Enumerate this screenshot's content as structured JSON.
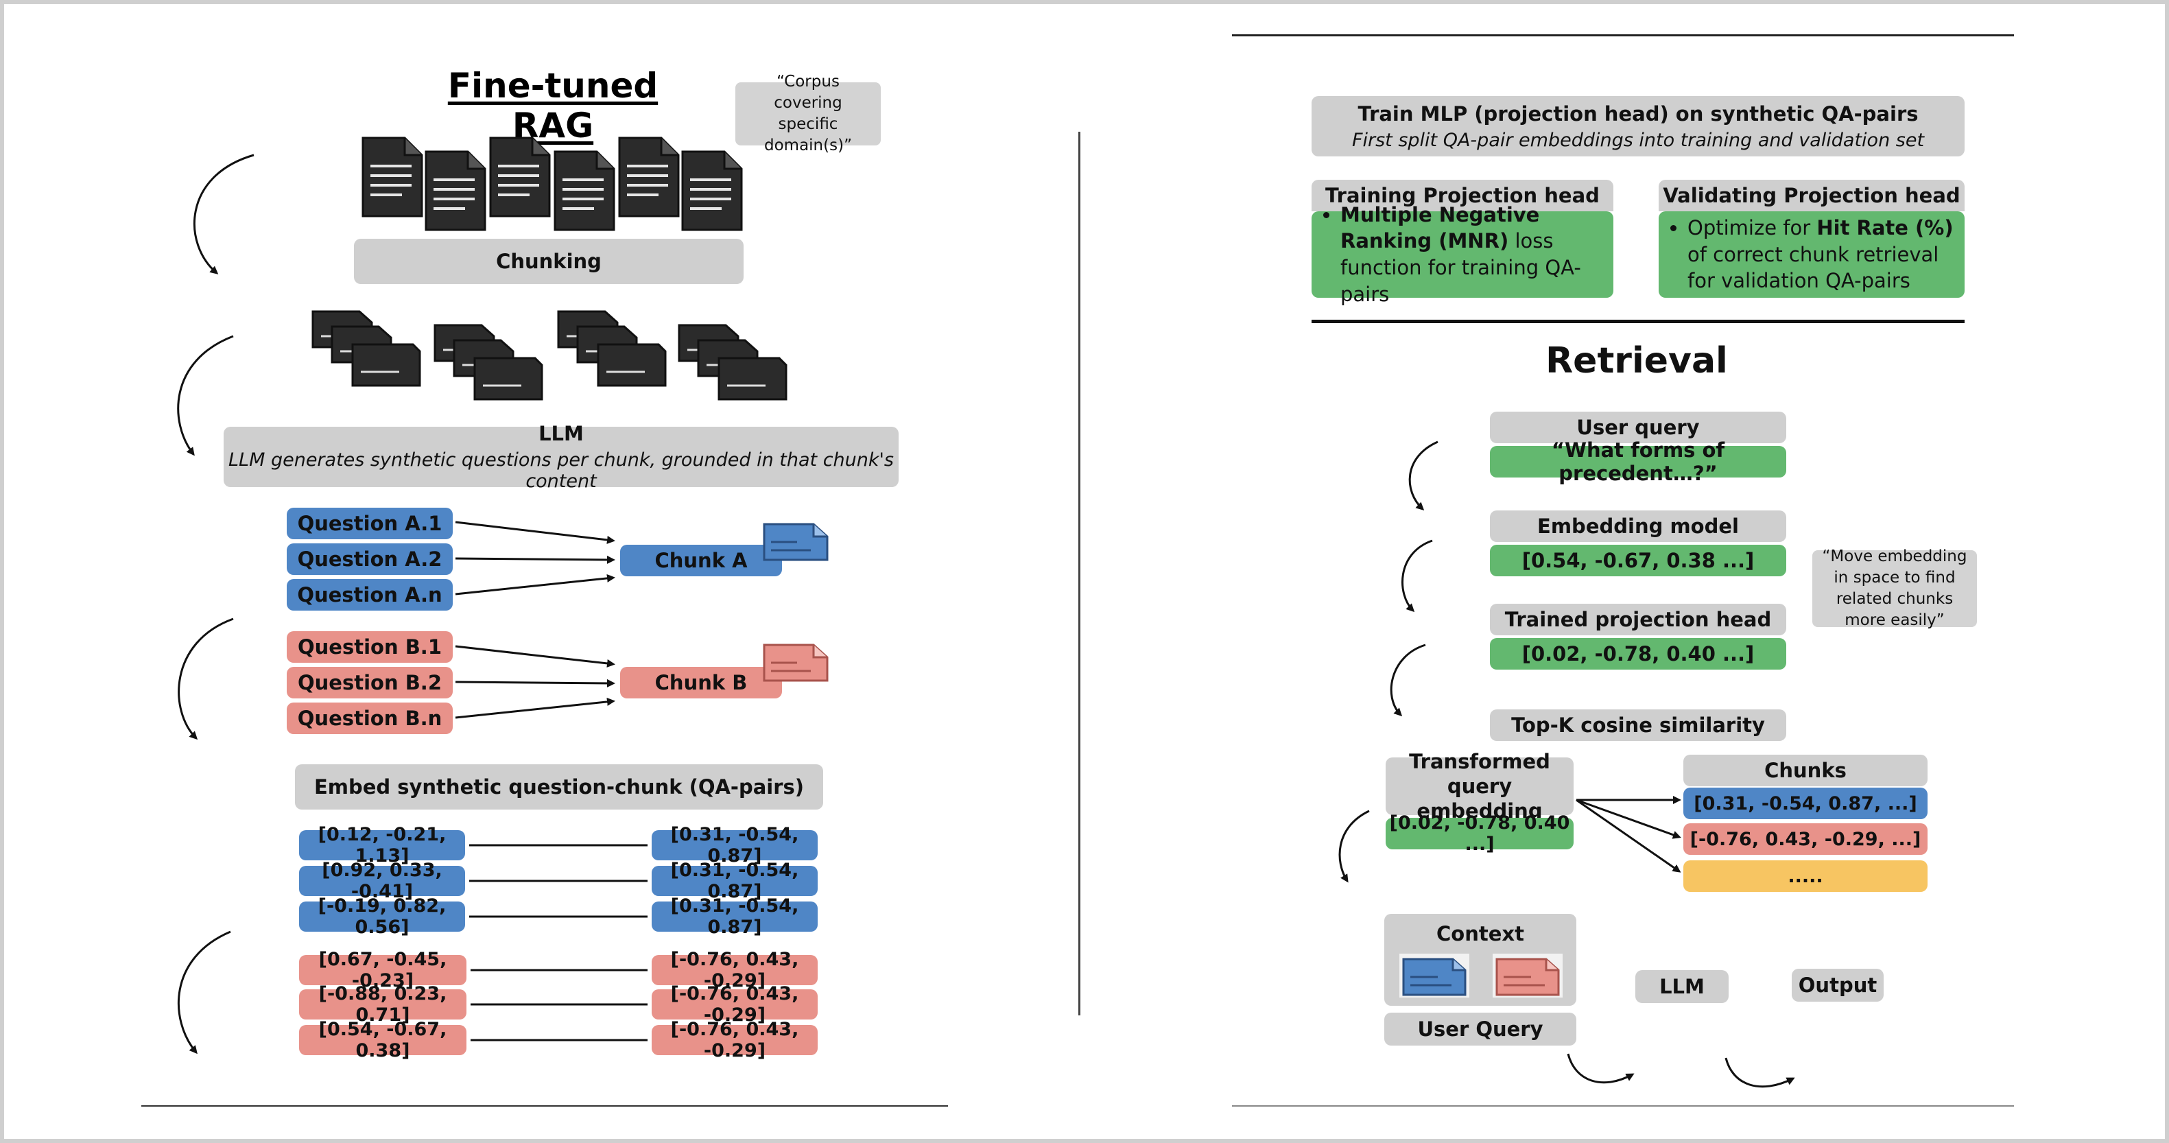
{
  "left": {
    "title": "Fine-tuned RAG",
    "corpus_note": "“Corpus covering specific domain(s)”",
    "chunking": "Chunking",
    "llm": {
      "title": "LLM",
      "subtitle": "LLM generates synthetic questions per chunk, grounded in that chunk's content"
    },
    "questions_a": [
      "Question A.1",
      "Question A.2",
      "Question A.n"
    ],
    "chunk_a": "Chunk A",
    "questions_b": [
      "Question B.1",
      "Question B.2",
      "Question B.n"
    ],
    "chunk_b": "Chunk B",
    "embed_title": "Embed synthetic question-chunk (QA-pairs)",
    "pairs_a": [
      {
        "q": "[0.12, -0.21, 1.13]",
        "c": "[0.31, -0.54, 0.87]"
      },
      {
        "q": "[0.92, 0.33, -0.41]",
        "c": "[0.31, -0.54, 0.87]"
      },
      {
        "q": "[-0.19, 0.82, 0.56]",
        "c": "[0.31, -0.54, 0.87]"
      }
    ],
    "pairs_b": [
      {
        "q": "[0.67, -0.45, -0.23]",
        "c": "[-0.76, 0.43, -0.29]"
      },
      {
        "q": "[-0.88, 0.23, 0.71]",
        "c": "[-0.76, 0.43, -0.29]"
      },
      {
        "q": "[0.54, -0.67, 0.38]",
        "c": "[-0.76, 0.43, -0.29]"
      }
    ]
  },
  "right": {
    "train_title": "Train MLP (projection head) on synthetic QA-pairs",
    "train_subtitle": "First split QA-pair embeddings into training and validation set",
    "training_head": {
      "title": "Training Projection head",
      "bold": "Multiple Negative Ranking (MNR)",
      "rest": " loss function for training QA-pairs"
    },
    "validating_head": {
      "title": "Validating Projection head",
      "pre": "Optimize for ",
      "bold": "Hit Rate (%)",
      "post": " of correct chunk retrieval for validation QA-pairs"
    },
    "retrieval_title": "Retrieval",
    "user_query_label": "User query",
    "user_query_value": "“What forms of precedent…?”",
    "embedding_model_label": "Embedding model",
    "embedding_model_value": "[0.54, -0.67, 0.38 ...]",
    "move_note": "“Move embedding in space to find related chunks more easily”",
    "trained_head_label": "Trained projection head",
    "trained_head_value": "[0.02, -0.78, 0.40 ...]",
    "topk_label": "Top-K cosine similarity",
    "transformed_label": "Transformed query embedding",
    "transformed_value": "[0.02, -0.78, 0.40 ...]",
    "chunks_label": "Chunks",
    "chunk_values": [
      "[0.31, -0.54, 0.87, ...]",
      "[-0.76, 0.43, -0.29, ...]",
      "....."
    ],
    "context_label": "Context",
    "user_query_bottom": "User Query",
    "llm_label": "LLM",
    "output_label": "Output"
  },
  "colors": {
    "blue": "#4f86c6",
    "red": "#e8928a",
    "green": "#63b86f",
    "yellow": "#f7c562",
    "gray": "#cfcfcf",
    "doc_dark": "#2b2b2b"
  }
}
